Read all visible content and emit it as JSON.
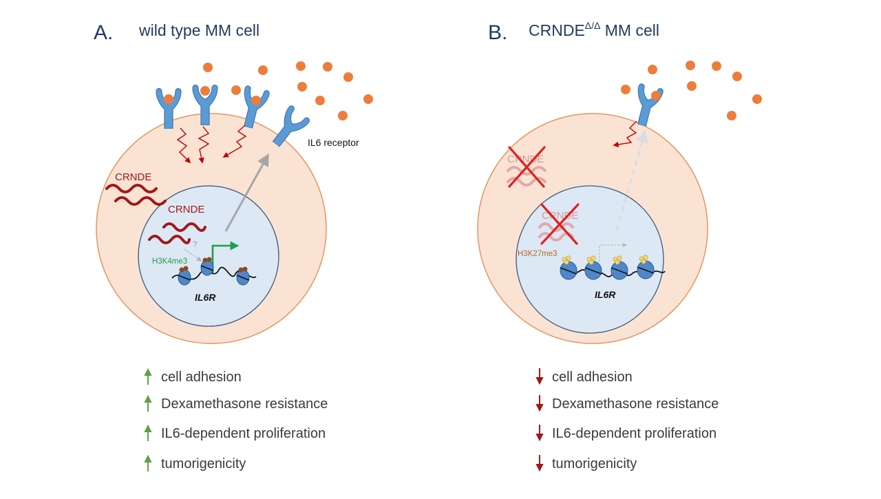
{
  "panel_a": {
    "letter": "A.",
    "title": "wild type MM cell",
    "crnde_cytoplasm": "CRNDE",
    "crnde_nucleus": "CRNDE",
    "receptor_label": "IL6 receptor",
    "question_mark": "?",
    "histone_mark": "H3K4me3",
    "gene": "IL6R",
    "effect_direction": "up",
    "effect_color": "#5fa145",
    "effects": [
      "cell adhesion",
      "Dexamethasone resistance",
      "IL6-dependent proliferation",
      "tumorigenicity"
    ]
  },
  "panel_b": {
    "letter": "B.",
    "title_main": "CRNDE",
    "title_superscript": "Δ/Δ",
    "title_rest": " MM cell",
    "crnde_cytoplasm": "CRNDE",
    "crnde_nucleus": "CRNDE",
    "histone_mark": "H3K27me3",
    "gene": "IL6R",
    "effect_direction": "down",
    "effect_color": "#a01818",
    "effects": [
      "cell adhesion",
      "Dexamethasone resistance",
      "IL6-dependent proliferation",
      "tumorigenicity"
    ]
  },
  "colors": {
    "cell_fill": "#fbe3d4",
    "cell_stroke": "#e0965e",
    "nucleus_fill": "#dde8f5",
    "nucleus_stroke": "#3c5a7c",
    "receptor": "#5b9bd5",
    "receptor_stroke": "#3f77ad",
    "il6": "#ed7d3b",
    "rna": "#a01818",
    "activation_arrow": "#1e9e4a",
    "cross": "#e02020"
  },
  "icons": [
    "il6-dot",
    "il6-receptor-icon",
    "nucleosome-icon",
    "methyl-mark-icon",
    "cross-icon",
    "up-arrow-icon",
    "down-arrow-icon"
  ]
}
